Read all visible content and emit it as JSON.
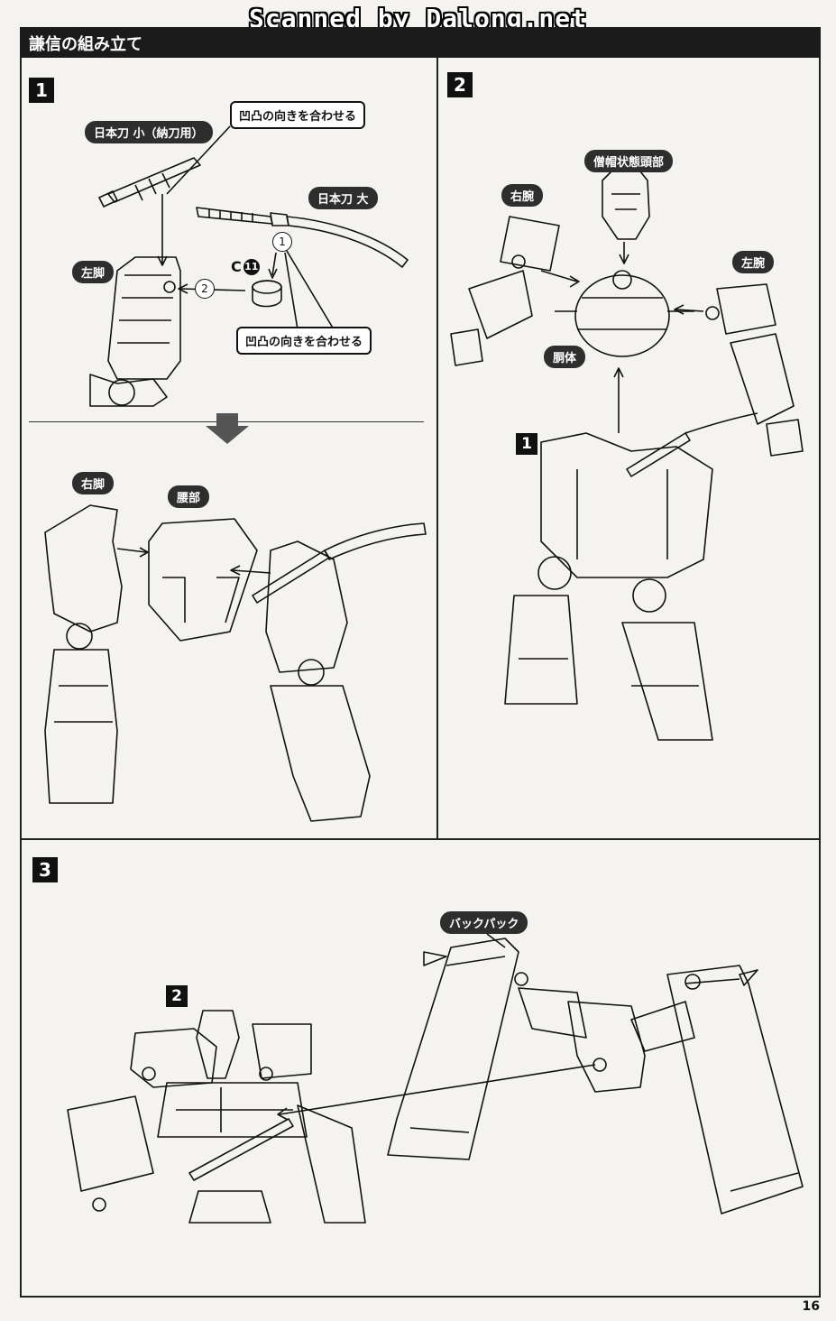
{
  "watermark": "Scanned by Dalong.net",
  "header": {
    "title": "謙信の組み立て"
  },
  "steps": [
    {
      "number": "1"
    },
    {
      "number": "2"
    },
    {
      "number": "3"
    }
  ],
  "step1": {
    "part_katana_small": "日本刀 小（納刀用）",
    "part_katana_large": "日本刀 大",
    "part_left_leg": "左脚",
    "part_right_leg": "右脚",
    "part_waist": "腰部",
    "note_align_top": "凹凸の向きを合わせる",
    "note_align_bottom": "凹凸の向きを合わせる",
    "seq_1": "1",
    "seq_2": "2",
    "runner_letter": "C",
    "runner_number": "11"
  },
  "step2": {
    "part_head": "僧帽状態頭部",
    "part_right_arm": "右腕",
    "part_left_arm": "左腕",
    "part_torso": "胴体",
    "ref_step": "1"
  },
  "step3": {
    "part_backpack": "バックパック",
    "ref_step": "2"
  },
  "page_number": "16"
}
